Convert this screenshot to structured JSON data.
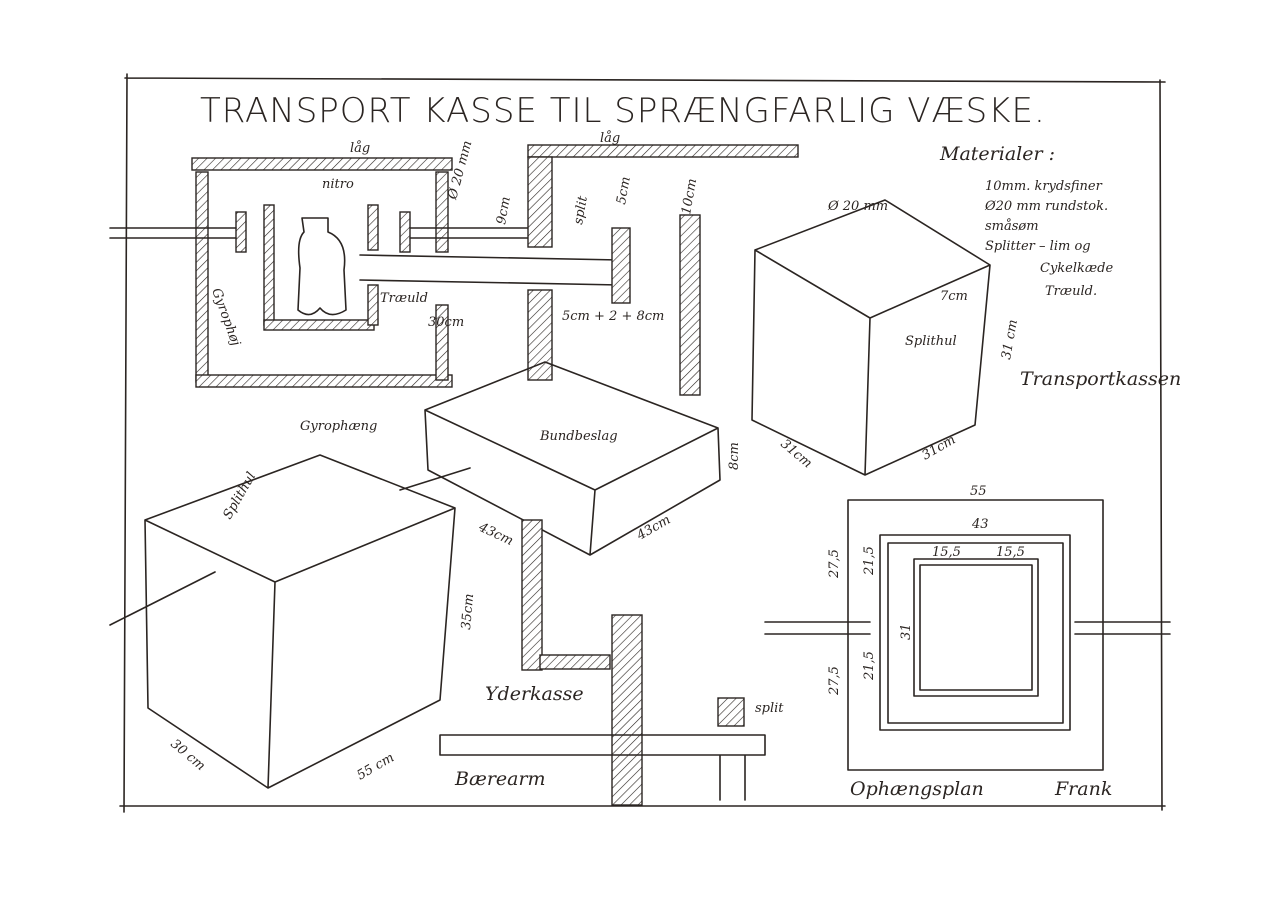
{
  "title": "TRANSPORT KASSE TIL SPRÆNGFARLIG VÆSKE.",
  "materials": {
    "heading": "Materialer :",
    "items": [
      "10mm. krydsfiner",
      "Ø20 mm rundstok.",
      "småsøm",
      "Splitter – lim og",
      "Cykelkæde",
      "Træuld."
    ]
  },
  "section": {
    "lid1": "låg",
    "nitro": "nitro",
    "gyro": "Gyrophøj",
    "wood_wool": "Træuld",
    "w30": "30cm",
    "dia20": "Ø 20 mm",
    "h9": "9cm",
    "lid2": "låg",
    "split": "split",
    "s5": "5cm",
    "s10": "10cm",
    "dims": "5cm + 2 + 8cm"
  },
  "transport_box": {
    "dia": "Ø 20 mm",
    "peg": "7cm",
    "splithole": "Splithul",
    "h": "31 cm",
    "w1": "31cm",
    "w2": "31cm",
    "label": "Transportkassen"
  },
  "gyro_box": {
    "label": "Gyrophæng",
    "bottom": "Bundbeslag",
    "h": "8cm",
    "w1": "43cm",
    "w2": "43cm"
  },
  "outer_box": {
    "splithole": "Splithul",
    "h": "35cm",
    "label": "Yderkasse",
    "w1": "30 cm",
    "w2": "55 cm"
  },
  "carry": {
    "arm": "Bærearm",
    "split": "split"
  },
  "plan": {
    "top": "55",
    "inner": "43",
    "l": "15,5",
    "r": "15,5",
    "left_dims": [
      "27,5",
      "21,5",
      "31",
      "21,5",
      "27,5"
    ],
    "label": "Ophængsplan",
    "signature": "Frank"
  }
}
